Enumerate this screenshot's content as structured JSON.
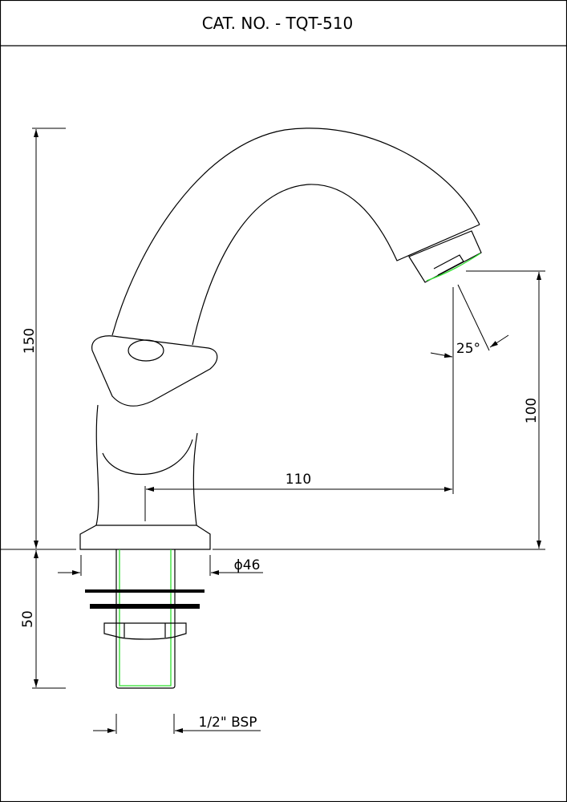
{
  "header": {
    "title": "CAT. NO. - TQT-510"
  },
  "dimensions": {
    "total_height": "150",
    "shank_length": "50",
    "spout_reach": "110",
    "spout_height": "100",
    "spout_angle": "25°",
    "base_diameter": "ϕ46",
    "connection": "1/2\" BSP"
  },
  "colors": {
    "outline": "#000000",
    "thread": "#2ee02e"
  }
}
